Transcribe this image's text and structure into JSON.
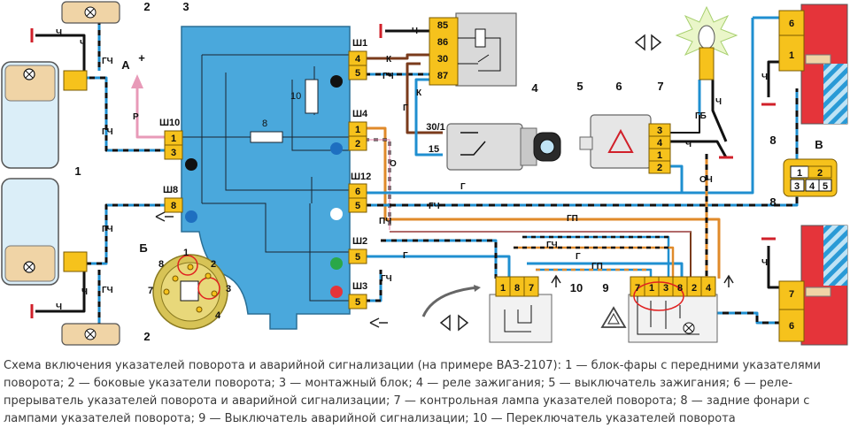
{
  "components": {
    "n1": "1",
    "n2_top": "2",
    "n2_bot": "2",
    "n3": "3",
    "n4": "4",
    "n5": "5",
    "n6": "6",
    "n7": "7",
    "n8_top": "8",
    "n8_bot": "8",
    "n9": "9",
    "n10": "10",
    "block_fuse_10": "10",
    "block_fuse_8": "8"
  },
  "section_labels": {
    "a": "А",
    "b": "Б",
    "v": "В"
  },
  "connectors": {
    "sh1": "Ш1",
    "sh4": "Ш4",
    "sh10": "Ш10",
    "sh12": "Ш12",
    "sh8": "Ш8",
    "sh2": "Ш2",
    "sh3": "Ш3"
  },
  "relay_pins": [
    "85",
    "86",
    "30",
    "87"
  ],
  "switch_terminals": {
    "t30_1": "30/1",
    "t15": "15"
  },
  "wire_labels": {
    "ch": "Ч",
    "gch": "ГЧ",
    "r": "Р",
    "k": "К",
    "g": "Г",
    "o": "О",
    "pch": "ПЧ",
    "gp": "ГП",
    "och": "ОЧ",
    "gb": "ГБ"
  },
  "pin_numbers": {
    "sh1": [
      "4",
      "5"
    ],
    "sh10": [
      "1",
      "3"
    ],
    "sh4": [
      "1",
      "2"
    ],
    "sh12": [
      "6",
      "5"
    ],
    "sh8": [
      "8"
    ],
    "sh2": [
      "5"
    ],
    "sh3": [
      "5"
    ],
    "interrupter": [
      "3",
      "4",
      "1",
      "2"
    ],
    "lamp_top": [
      "6",
      "1"
    ],
    "lamp_bot": [
      "7",
      "6"
    ],
    "switch10": [
      "1",
      "8",
      "7"
    ],
    "hazard9": [
      "7",
      "1",
      "3",
      "8",
      "2",
      "4"
    ],
    "view_v": [
      "1",
      "2",
      "3",
      "4",
      "5"
    ],
    "view_b": [
      "8",
      "1",
      "2",
      "3",
      "7",
      "4"
    ]
  },
  "polarity_plus": "+",
  "caption": "Схема включения указателей поворота и аварийной сигнализации (на примере ВАЗ-2107): 1 — блок-фары с передними указателями поворота; 2 — боковые указатели поворота; 3 — монтажный блок; 4 — реле зажигания; 5 — выключатель зажигания; 6 — реле-прерыватель указателей поворота и аварийной сигнализации; 7 — контрольная лампа указателей поворота; 8 — задние фонари с лампами указателей поворота; 9 — Выключатель аварийной сигнализации; 10 — Переключатель указателей поворота",
  "colors": {
    "block": "#4aa8dc",
    "connector": "#f6c21c",
    "blue_wire": "#1f8fd0",
    "orange_wire": "#e08a2a",
    "pink_wire": "#e89ab8",
    "red_lamp": "#e5343a",
    "grey": "#d9d9d9",
    "lamp_glass": "#dbeef8"
  }
}
